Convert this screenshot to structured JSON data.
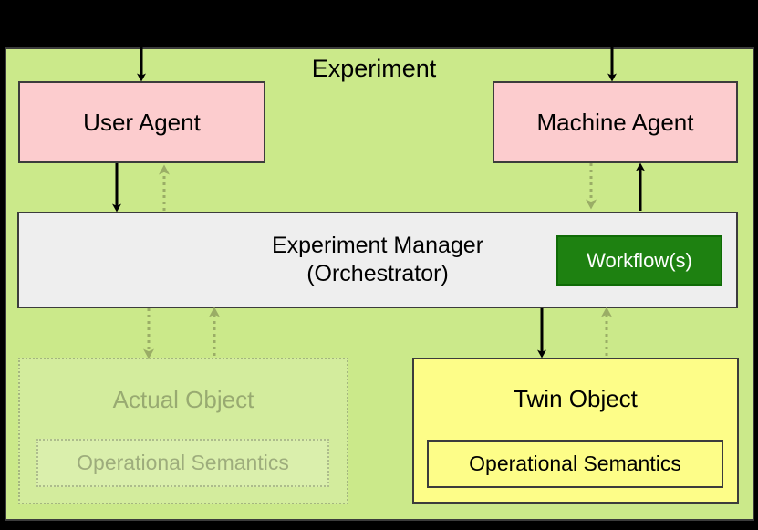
{
  "diagram": {
    "title": "Experiment",
    "background_color": "#000000",
    "container_color": "#cbe98a",
    "nodes": {
      "user_agent": {
        "label": "User Agent",
        "color": "#fcccce"
      },
      "machine_agent": {
        "label": "Machine Agent",
        "color": "#fcccce"
      },
      "experiment_manager": {
        "label_line1": "Experiment Manager",
        "label_line2": "(Orchestrator)",
        "color": "#eeeeee"
      },
      "workflows": {
        "label": "Workflow(s)",
        "color": "#1e8111",
        "text_color": "#ffffff"
      },
      "actual_object": {
        "label": "Actual Object",
        "semantics_label": "Operational Semantics",
        "state": "faded"
      },
      "twin_object": {
        "label": "Twin Object",
        "semantics_label": "Operational Semantics",
        "color": "#fdfd88"
      }
    },
    "connectors": [
      {
        "name": "external-to-user-agent",
        "style": "solid",
        "direction": "down"
      },
      {
        "name": "external-to-machine-agent",
        "style": "solid",
        "direction": "down"
      },
      {
        "name": "user-agent-to-manager",
        "style": "solid",
        "direction": "down"
      },
      {
        "name": "manager-to-user-agent",
        "style": "dotted",
        "direction": "up"
      },
      {
        "name": "machine-agent-to-manager",
        "style": "dotted",
        "direction": "down"
      },
      {
        "name": "manager-to-machine-agent",
        "style": "solid",
        "direction": "up"
      },
      {
        "name": "manager-to-actual-object",
        "style": "dotted",
        "direction": "down"
      },
      {
        "name": "actual-object-to-manager",
        "style": "dotted",
        "direction": "up"
      },
      {
        "name": "manager-to-twin-object",
        "style": "solid",
        "direction": "down"
      },
      {
        "name": "twin-object-to-manager",
        "style": "dotted",
        "direction": "up"
      }
    ]
  }
}
